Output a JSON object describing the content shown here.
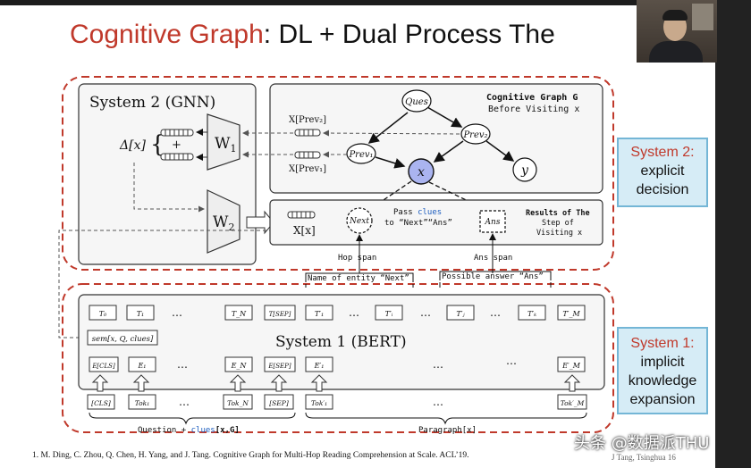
{
  "slide": {
    "title_accent": "Cognitive Graph",
    "title_rest": ": DL + Dual Process The",
    "footnote": "1.    M. Ding, C. Zhou, Q. Chen, H. Yang, and J. Tang. Cognitive Graph for Multi-Hop Reading Comprehension at Scale. ACL’19.",
    "footer": "J Tang, Tsinghua     16",
    "watermark": "头条 @数据派THU"
  },
  "callouts": {
    "system2": {
      "line1": "System 2:",
      "line2": "explicit",
      "line3": "decision"
    },
    "system1": {
      "line1": "System 1:",
      "line2": "implicit",
      "line3": "knowledge",
      "line4": "expansion"
    }
  },
  "system2": {
    "panel_title": "System 2 (GNN)",
    "w1": "W",
    "w1_sub": "1",
    "w2": "W",
    "w2_sub": "2",
    "delta": "Δ[x]",
    "plus": "+",
    "prev2_label": "X[Prev₂]",
    "prev1_label": "X[Prev₁]"
  },
  "graph": {
    "title_line1": "Cognitive Graph G",
    "title_line2": "Before Visiting x",
    "nodes": {
      "ques": "Ques",
      "prev2": "Prev₂",
      "prev1": "Prev₁",
      "x": "x",
      "y": "y"
    }
  },
  "results": {
    "x_label": "X[x]",
    "next": "Next",
    "ans": "Ans",
    "pass_line1_a": "Pass ",
    "pass_line1_b": "clues",
    "pass_line2": "to “Next”“Ans”",
    "caption_line1": "Results of The",
    "caption_line2": "Step of",
    "caption_line3": "Visiting x"
  },
  "spans": {
    "hop_span": "Hop span",
    "ans_span": "Ans span",
    "entity_box": "Name of entity “Next”",
    "answer_box": "Possible answer “Ans”"
  },
  "system1": {
    "panel_title": "System 1 (BERT)",
    "sem_box": "sem[x, Q, clues]",
    "t_row": [
      "T₀",
      "T₁",
      "…",
      "T_N",
      "T[SEP]",
      "T′₁",
      "…",
      "T′ᵢ",
      "…",
      "T′ⱼ",
      "…",
      "T′ₖ",
      "T′_M"
    ],
    "e_row": [
      "E[CLS]",
      "E₁",
      "…",
      "E_N",
      "E[SEP]",
      "E′₁",
      "…",
      "…",
      "E′_M"
    ],
    "tok_row": [
      "[CLS]",
      "Tok₁",
      "…",
      "Tok_N",
      "[SEP]",
      "Tok′₁",
      "…",
      "Tok′_M"
    ],
    "question_label_a": "Question + ",
    "question_label_b": "clues",
    "question_label_c": "[x,G]",
    "paragraph_label": "Paragraph[x]"
  },
  "colors": {
    "accent_red": "#c0392b",
    "callout_fill": "#d6ecf6",
    "callout_border": "#74b6d6",
    "node_x_fill": "#aab4f0",
    "clue_blue": "#2060c0"
  }
}
